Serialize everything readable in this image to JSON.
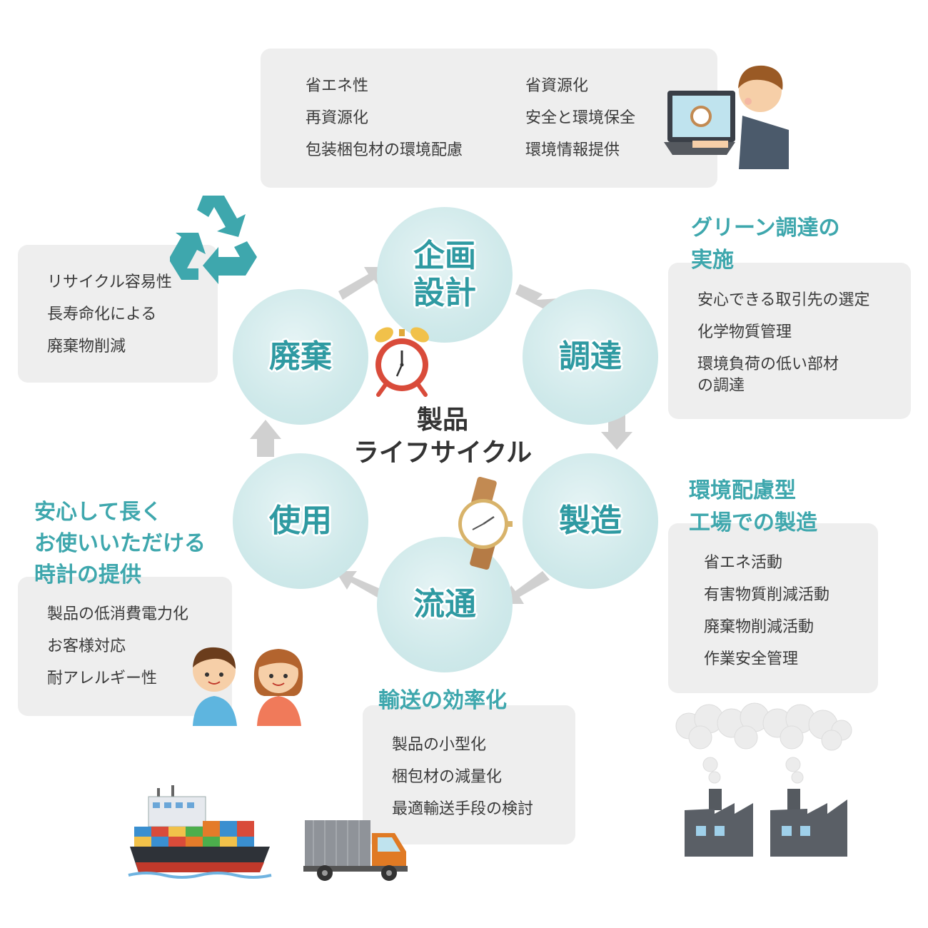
{
  "center": {
    "line1": "製品",
    "line2": "ライフサイクル"
  },
  "stages": {
    "planning": {
      "line1": "企画",
      "line2": "設計"
    },
    "procurement": "調達",
    "manufacturing": "製造",
    "distribution": "流通",
    "use": "使用",
    "disposal": "廃棄"
  },
  "planning_box": {
    "left": [
      "省エネ性",
      "再資源化",
      "包装梱包材の環境配慮"
    ],
    "right": [
      "省資源化",
      "安全と環境保全",
      "環境情報提供"
    ]
  },
  "procurement_box": {
    "heading": [
      "グリーン調達の",
      "実施"
    ],
    "items": [
      "安心できる取引先の選定",
      "化学物質管理",
      "環境負荷の低い部材",
      "の調達"
    ]
  },
  "manufacturing_box": {
    "heading": [
      "環境配慮型",
      "工場での製造"
    ],
    "items": [
      "省エネ活動",
      "有害物質削減活動",
      "廃棄物削減活動",
      "作業安全管理"
    ]
  },
  "distribution_box": {
    "heading": "輸送の効率化",
    "items": [
      "製品の小型化",
      "梱包材の減量化",
      "最適輸送手段の検討"
    ]
  },
  "use_box": {
    "heading": [
      "安心して長く",
      "お使いいただける",
      "時計の提供"
    ],
    "items": [
      "製品の低消費電力化",
      "お客様対応",
      "耐アレルギー性"
    ]
  },
  "disposal_box": {
    "items": [
      "リサイクル容易性",
      "長寿命化による",
      "廃棄物削減"
    ]
  },
  "colors": {
    "teal": "#3ea7ad",
    "stage_text": "#2f9aa2",
    "box_bg": "#eeeeee",
    "arrow": "#d0d0d0"
  },
  "icons": [
    "recycle-icon",
    "alarm-clock-icon",
    "wristwatch-icon",
    "office-worker-laptop-icon",
    "couple-icon",
    "cargo-ship-icon",
    "truck-icon",
    "factory-icon"
  ]
}
